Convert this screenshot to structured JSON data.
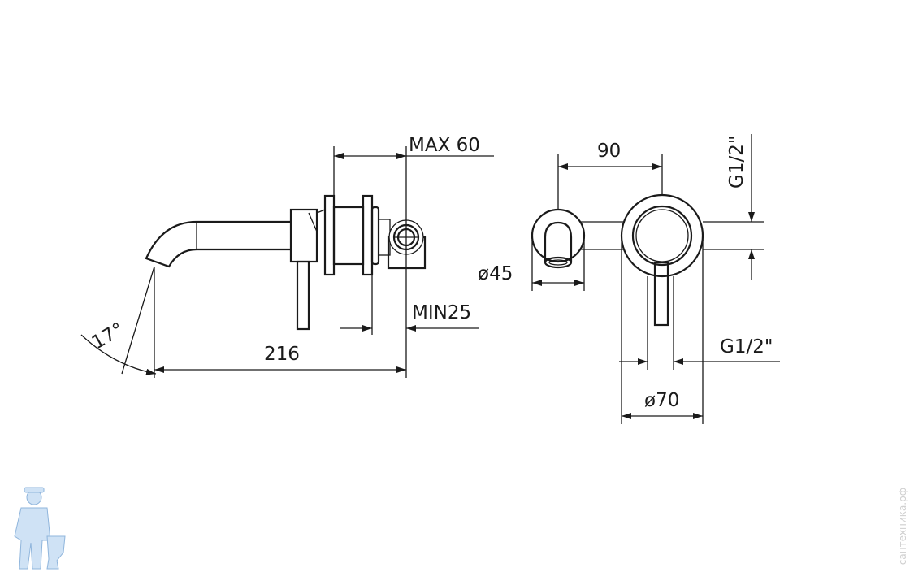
{
  "drawing": {
    "dimensions": {
      "max_depth": "MAX 60",
      "min_depth": "MIN25",
      "spout_length": "216",
      "spout_angle": "17°",
      "centers": "90",
      "spout_rosette_diameter": "ø45",
      "mixer_rosette_diameter": "ø70",
      "thread_vertical": "G1/2\"",
      "thread_horizontal": "G1/2\""
    },
    "line_color": "#1a1a1a"
  },
  "watermark": {
    "text": "сантехника.рф",
    "logo_color": "#a9c9e8"
  }
}
